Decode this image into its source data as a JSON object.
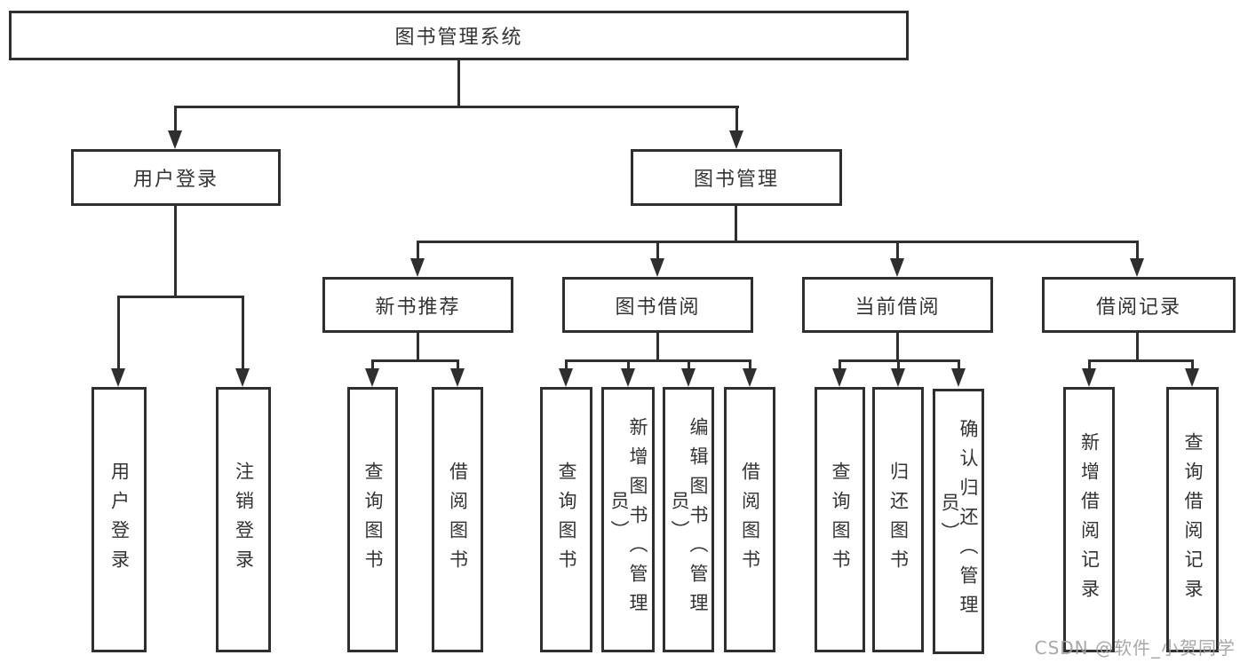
{
  "root": {
    "label": "图书管理系统"
  },
  "branches": {
    "user_login": {
      "label": "用户登录",
      "children": [
        {
          "label": "用户登录"
        },
        {
          "label": "注销登录"
        }
      ]
    },
    "book_mgmt": {
      "label": "图书管理",
      "modules": [
        {
          "label": "新书推荐",
          "children": [
            {
              "label": "查询图书"
            },
            {
              "label": "借阅图书"
            }
          ]
        },
        {
          "label": "图书借阅",
          "children": [
            {
              "label": "查询图书"
            },
            {
              "label": "新增图书（管理员）"
            },
            {
              "label": "编辑图书（管理员）"
            },
            {
              "label": "借阅图书"
            }
          ]
        },
        {
          "label": "当前借阅",
          "children": [
            {
              "label": "查询图书"
            },
            {
              "label": "归还图书"
            },
            {
              "label": "确认归还（管理员）"
            }
          ]
        },
        {
          "label": "借阅记录",
          "children": [
            {
              "label": "新增借阅记录"
            },
            {
              "label": "查询借阅记录"
            }
          ]
        }
      ]
    }
  },
  "watermark": {
    "text": "CSDN @软件_小贺同学"
  },
  "colors": {
    "line": "#2f2f2f",
    "text": "#333333",
    "background": "#ffffff",
    "watermark": "#9e9e9e"
  }
}
